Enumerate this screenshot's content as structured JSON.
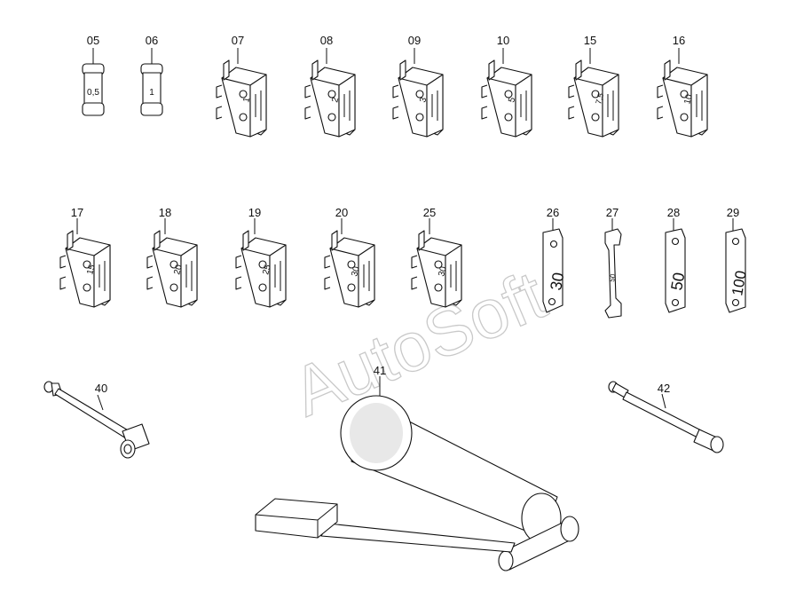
{
  "callouts": {
    "c05": "05",
    "c06": "06",
    "c07": "07",
    "c08": "08",
    "c09": "09",
    "c10": "10",
    "c15": "15",
    "c16": "16",
    "c17": "17",
    "c18": "18",
    "c19": "19",
    "c20": "20",
    "c25": "25",
    "c26": "26",
    "c27": "27",
    "c28": "28",
    "c29": "29",
    "c40": "40",
    "c41": "41",
    "c42": "42"
  },
  "fuse_ratings": {
    "r05": "0,5",
    "r06": "1",
    "r07": "1",
    "r08": "2",
    "r09": "3",
    "r10": "5",
    "r15": "7,5",
    "r16": "10",
    "r17": "15",
    "r18": "20",
    "r19": "25",
    "r20": "30",
    "r25": "30",
    "r26": "30",
    "r27": "50",
    "r28": "50",
    "r29": "100"
  },
  "watermark": "AutoSoft"
}
